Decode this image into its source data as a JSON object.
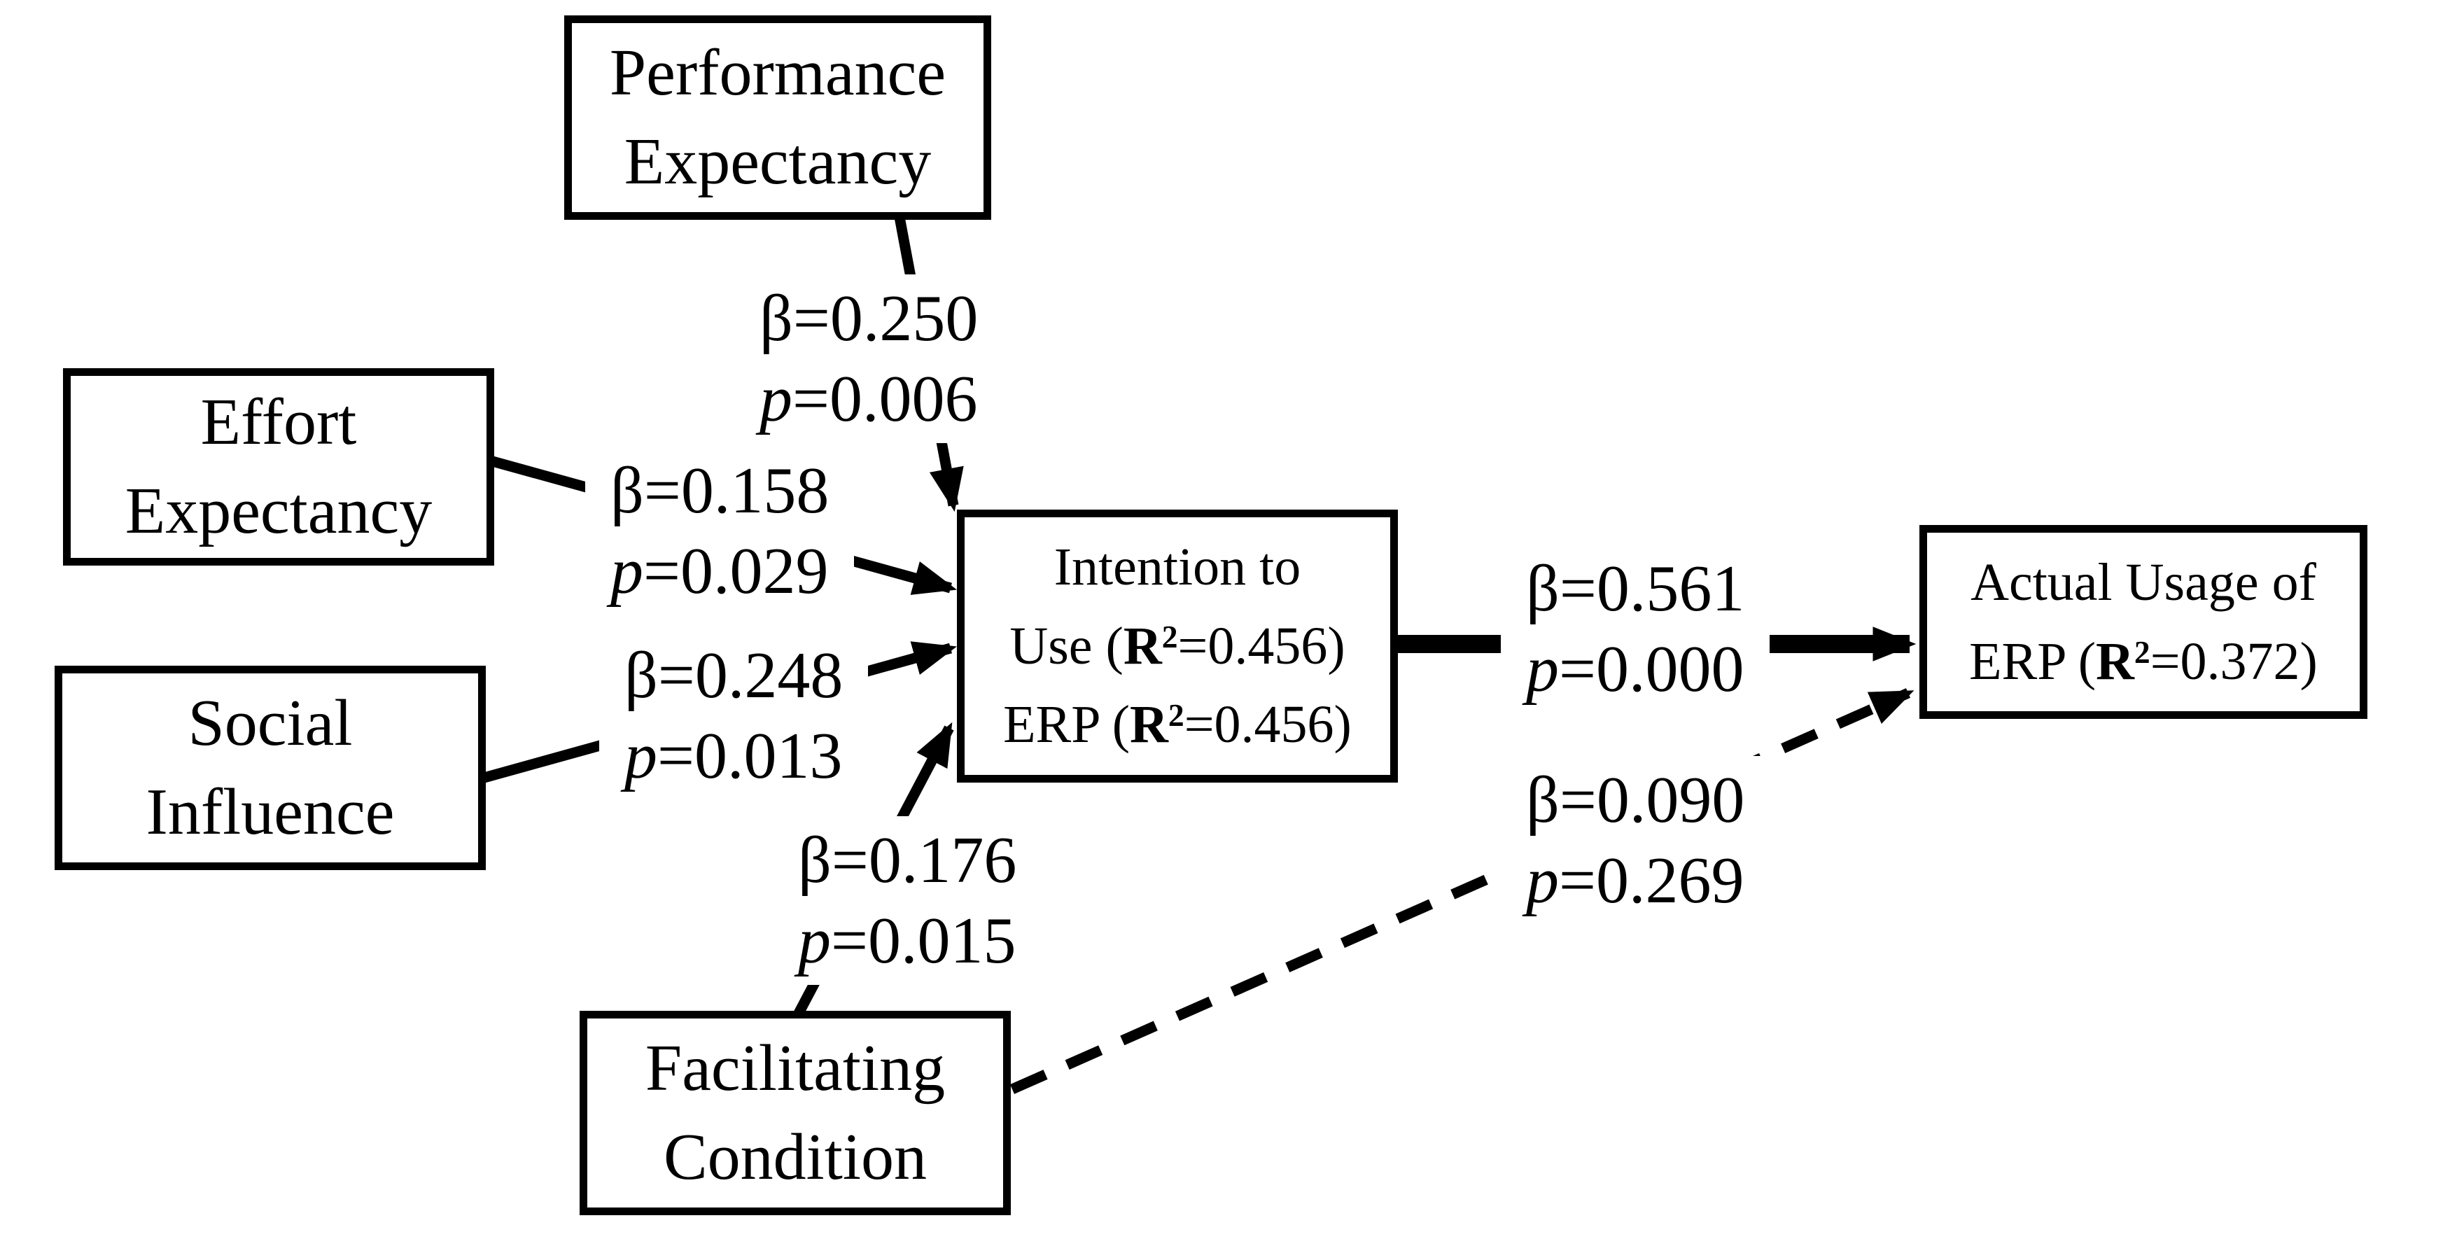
{
  "palette": {
    "ink": "#000000",
    "background": "#ffffff"
  },
  "boxes": {
    "performance_expectancy": {
      "line1": "Performance",
      "line2": "Expectancy"
    },
    "effort_expectancy": {
      "line1": "Effort",
      "line2": "Expectancy"
    },
    "social_influence": {
      "line1": "Social",
      "line2": "Influence"
    },
    "facilitating_condition": {
      "line1": "Facilitating",
      "line2": "Condition"
    },
    "intention_to_use": {
      "line1": "Intention to",
      "line2_pre": "Use (",
      "line2_r": "R",
      "line2_sup": "2",
      "line2_post": "=0.456)",
      "line3_pre": "ERP (",
      "line3_r": "R",
      "line3_sup": "2",
      "line3_post": "=0.456)"
    },
    "actual_usage": {
      "line1": "Actual Usage of",
      "line2_pre": "ERP (",
      "line2_r": "R",
      "line2_sup": "2",
      "line2_post": "=0.372)"
    }
  },
  "edges": {
    "performance_to_intention": {
      "beta_sym": "β",
      "beta_val": "=0.250",
      "p_sym": "p",
      "p_val": "=0.006",
      "line_style": "solid"
    },
    "effort_to_intention": {
      "beta_sym": "β",
      "beta_val": "=0.158",
      "p_sym": "p",
      "p_val": "=0.029",
      "line_style": "solid"
    },
    "social_to_intention": {
      "beta_sym": "β",
      "beta_val": "=0.248",
      "p_sym": "p",
      "p_val": "=0.013",
      "line_style": "solid"
    },
    "facilitating_to_intention": {
      "beta_sym": "β",
      "beta_val": "=0.176",
      "p_sym": "p",
      "p_val": "=0.015",
      "line_style": "solid"
    },
    "intention_to_actual": {
      "beta_sym": "β",
      "beta_val": "=0.561",
      "p_sym": "p",
      "p_val": "=0.000",
      "line_style": "solid"
    },
    "facilitating_to_actual": {
      "beta_sym": "β",
      "beta_val": "=0.090",
      "p_sym": "p",
      "p_val": "=0.269",
      "line_style": "dashed"
    }
  }
}
